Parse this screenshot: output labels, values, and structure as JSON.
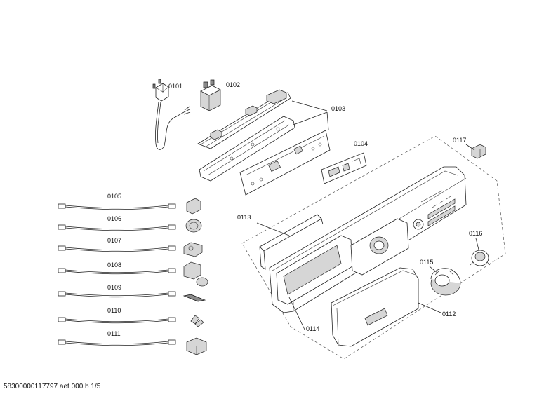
{
  "parts": {
    "p0101": "0101",
    "p0102": "0102",
    "p0103": "0103",
    "p0104": "0104",
    "p0105": "0105",
    "p0106": "0106",
    "p0107": "0107",
    "p0108": "0108",
    "p0109": "0109",
    "p0110": "0110",
    "p0111": "0111",
    "p0112": "0112",
    "p0113": "0113",
    "p0114": "0114",
    "p0115": "0115",
    "p0116": "0116",
    "p0117": "0117"
  },
  "footer": {
    "code": "58300000117797 aet 000 b 1/5"
  }
}
